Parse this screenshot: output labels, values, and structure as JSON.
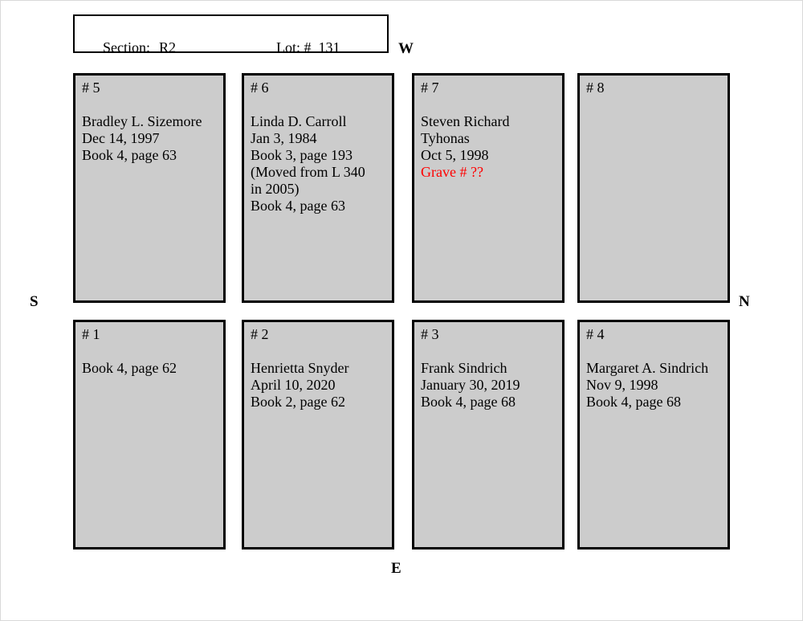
{
  "header": {
    "section_label": "Section:",
    "section_value": "R2",
    "lot_label": "Lot: #",
    "lot_value": "131"
  },
  "compass": {
    "west": "W",
    "south": "S",
    "north": "N",
    "east": "E"
  },
  "plots": [
    {
      "number": "# 5",
      "lines": [
        "Bradley L. Sizemore",
        "Dec 14, 1997",
        "Book 4, page 63"
      ]
    },
    {
      "number": "# 6",
      "lines": [
        "Linda D. Carroll",
        "Jan 3, 1984",
        "Book 3, page 193",
        "(Moved from L 340 in 2005)",
        "Book 4, page 63"
      ]
    },
    {
      "number": "# 7",
      "lines": [
        "Steven Richard Tyhonas",
        "Oct 5, 1998"
      ],
      "alert_line": "Grave # ??"
    },
    {
      "number": "# 8",
      "lines": []
    },
    {
      "number": "# 1",
      "lines": [
        "Book 4, page 62"
      ]
    },
    {
      "number": "# 2",
      "lines": [
        "Henrietta Snyder",
        "April 10, 2020",
        "Book 2, page 62"
      ]
    },
    {
      "number": "# 3",
      "lines": [
        "Frank Sindrich",
        "January 30, 2019",
        "Book 4, page 68"
      ]
    },
    {
      "number": "# 4",
      "lines": [
        "Margaret A. Sindrich",
        "Nov 9, 1998",
        "Book 4, page 68"
      ]
    }
  ],
  "colors": {
    "plot_fill": "#cccccc",
    "border": "#000000",
    "alert_text": "#ff0000",
    "background": "#ffffff"
  }
}
